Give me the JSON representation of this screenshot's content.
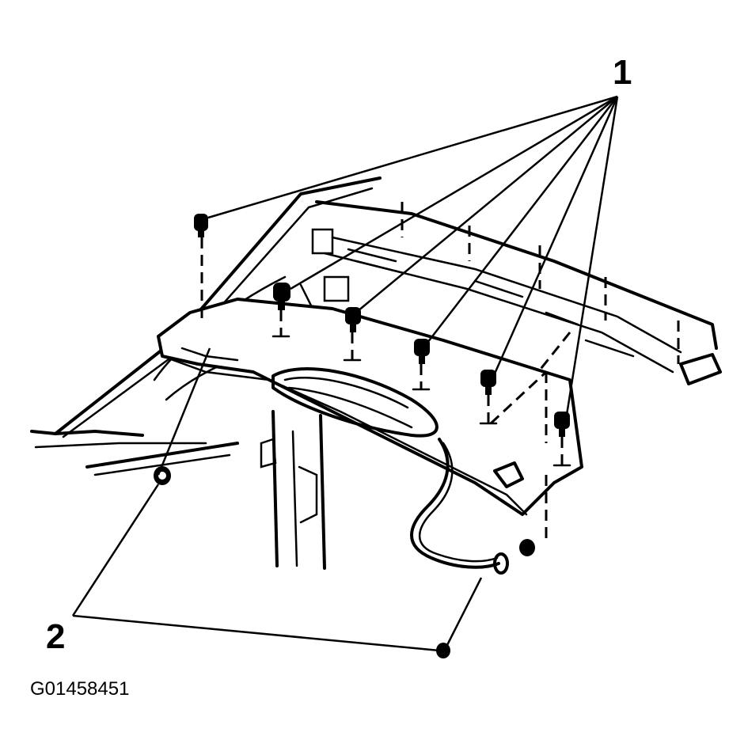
{
  "callouts": {
    "one": "1",
    "two": "2"
  },
  "figure_id": "G01458451",
  "parts": {
    "fastener_icon": "bolt-icon",
    "nut_icon": "nut-icon"
  }
}
